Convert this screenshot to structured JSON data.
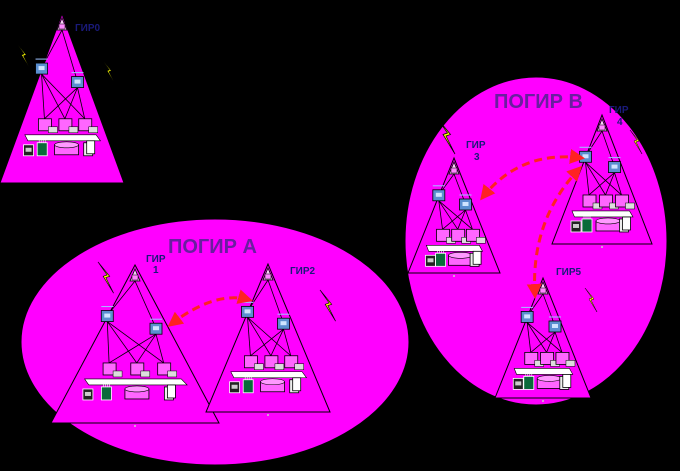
{
  "colors": {
    "background": "#000000",
    "magenta": "#ff00ff",
    "box": "#ff66ff",
    "link": "#ff2222",
    "bolt": "#ffff00",
    "text": "#1a1a7a",
    "group_text": "#6a1ea0"
  },
  "groups": {
    "a": {
      "label": "ПОГИР А"
    },
    "b": {
      "label": "ПОГИР В"
    }
  },
  "nodes": {
    "gir0": {
      "label": "ГИР0"
    },
    "gir1": {
      "label": "ГИР\n1"
    },
    "gir2": {
      "label": "ГИР2"
    },
    "gir3": {
      "label": "ГИР\n3"
    },
    "gir4": {
      "label": "ГИР\n4"
    },
    "gir5": {
      "label": "ГИР5"
    }
  },
  "icons": [
    "lightning-icon",
    "antenna-icon",
    "server-icon",
    "workstation-icon",
    "database-icon",
    "printer-icon",
    "tower-icon"
  ]
}
